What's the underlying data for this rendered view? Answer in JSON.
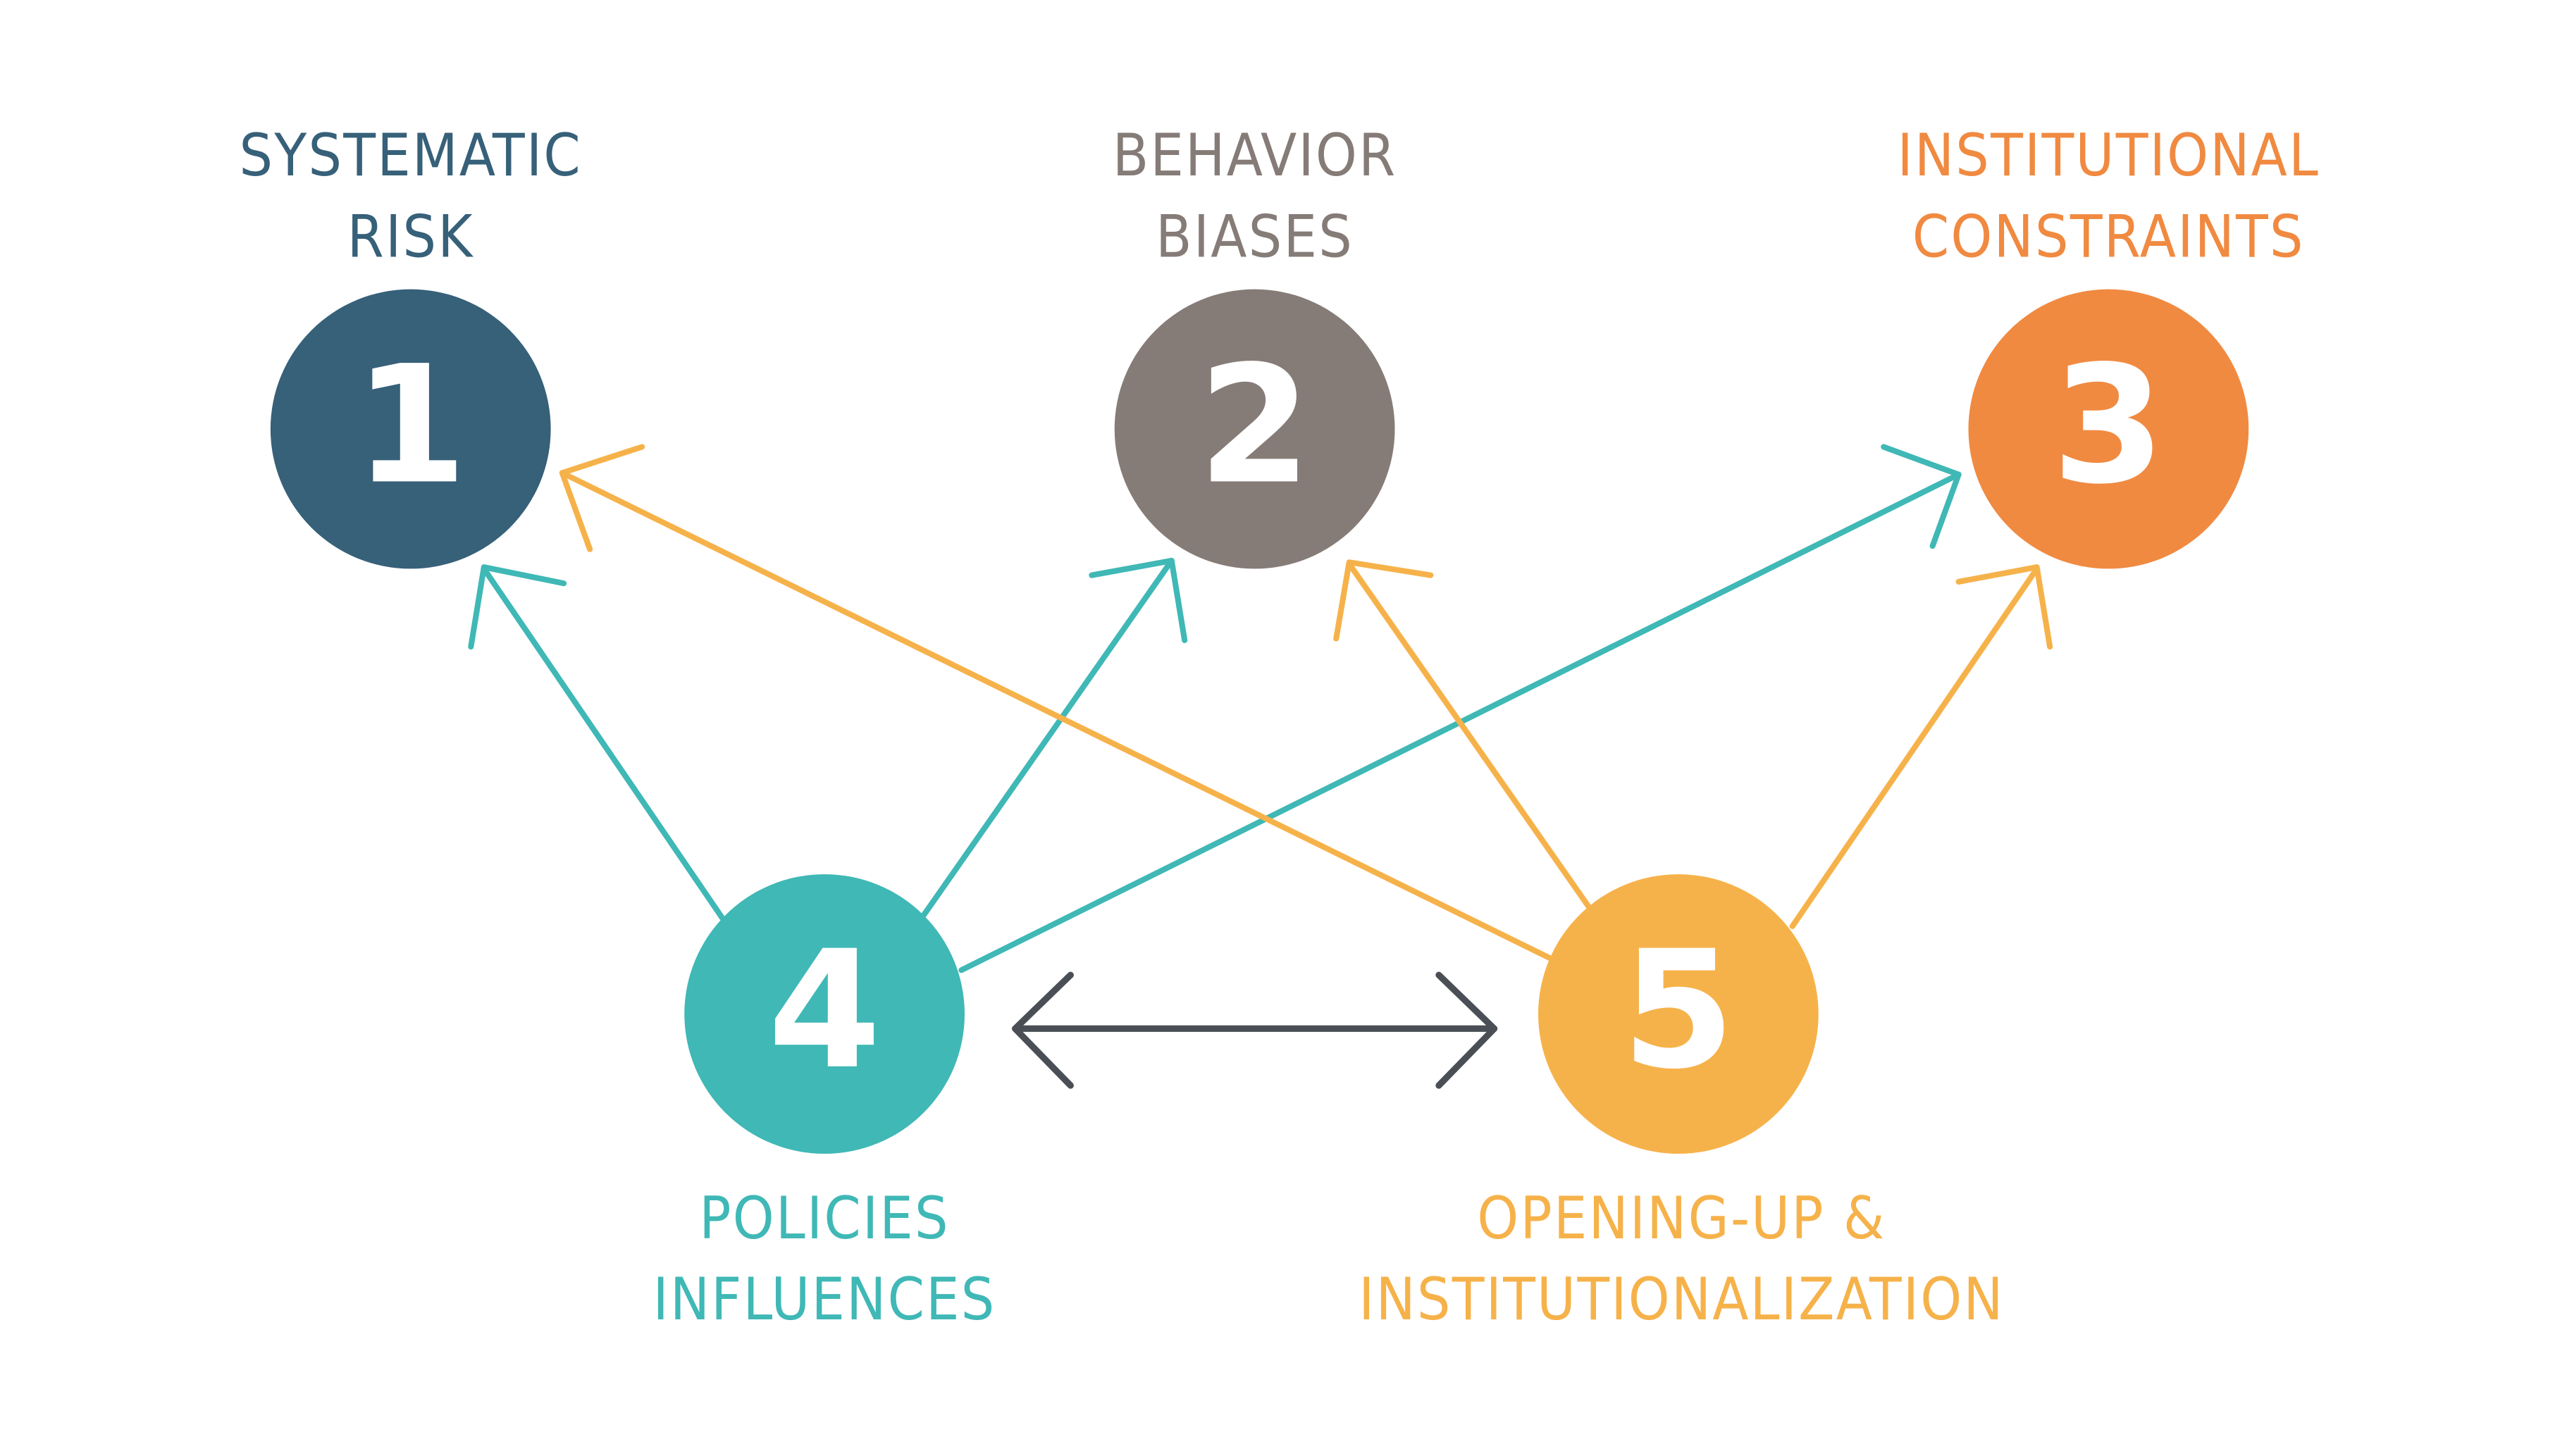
{
  "colors": {
    "background": "#ffffff",
    "node1": "#376079",
    "node2": "#857b77",
    "node3": "#f08a41",
    "node4": "#3fb8b6",
    "node5": "#f6b24a",
    "teal_arrow": "#3fb8b6",
    "yellow_arrow": "#f6b24a",
    "bidirectional_arrow": "#4a4f56"
  },
  "nodes": [
    {
      "id": "1",
      "number": "1",
      "label_lines": [
        "SYSTEMATIC",
        "RISK"
      ],
      "color": "#376079"
    },
    {
      "id": "2",
      "number": "2",
      "label_lines": [
        "BEHAVIOR",
        "BIASES"
      ],
      "color": "#857b77"
    },
    {
      "id": "3",
      "number": "3",
      "label_lines": [
        "INSTITUTIONAL",
        "CONSTRAINTS"
      ],
      "color": "#f08a41"
    },
    {
      "id": "4",
      "number": "4",
      "label_lines": [
        "POLICIES",
        "INFLUENCES"
      ],
      "color": "#3fb8b6"
    },
    {
      "id": "5",
      "number": "5",
      "label_lines": [
        "OPENING-UP &",
        "INSTITUTIONALIZATION"
      ],
      "color": "#f6b24a"
    }
  ],
  "edges": [
    {
      "from": "4",
      "to": "1",
      "type": "directed",
      "color": "#3fb8b6"
    },
    {
      "from": "4",
      "to": "2",
      "type": "directed",
      "color": "#3fb8b6"
    },
    {
      "from": "4",
      "to": "3",
      "type": "directed",
      "color": "#3fb8b6"
    },
    {
      "from": "5",
      "to": "1",
      "type": "directed",
      "color": "#f6b24a"
    },
    {
      "from": "5",
      "to": "2",
      "type": "directed",
      "color": "#f6b24a"
    },
    {
      "from": "5",
      "to": "3",
      "type": "directed",
      "color": "#f6b24a"
    },
    {
      "from": "4",
      "to": "5",
      "type": "bidirectional",
      "color": "#4a4f56"
    }
  ]
}
